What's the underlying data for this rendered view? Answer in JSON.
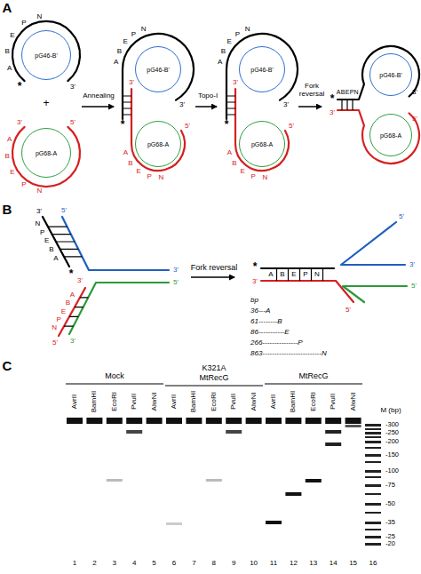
{
  "diagram": {
    "nodes": [
      {
        "text": [
          "pG46-B'"
        ]
      },
      {
        "text": [
          "pG68-A"
        ]
      },
      {
        "text": [
          "pG46-B'"
        ]
      },
      {
        "text": [
          "pG68-A"
        ]
      },
      {
        "text": [
          "pG46-B'"
        ]
      },
      {
        "text": [
          "pG68-A"
        ]
      },
      {
        "text": [
          "pG46-B'"
        ]
      },
      {
        "text": [
          "pG68-A"
        ]
      }
    ],
    "labels": [
      "A",
      "*",
      "3'",
      "A",
      "B",
      "E",
      "P",
      "N",
      "+",
      "3'",
      "5'",
      "A",
      "B",
      "E",
      "P",
      "N",
      "Annealing",
      "*",
      "3'",
      "3'",
      "5'",
      "A",
      "B",
      "E",
      "P",
      "N",
      "A",
      "B",
      "E",
      "P",
      "N",
      "Topo-I",
      "*",
      "3'",
      "3'",
      "5'",
      "A",
      "B",
      "E",
      "P",
      "N",
      "A",
      "B",
      "E",
      "P",
      "N",
      "Fork reversal",
      "*",
      "3'",
      "3'",
      "5'",
      "A",
      "B",
      "E",
      "P",
      "N",
      "B",
      "3'",
      "5'",
      "N",
      "P",
      "E",
      "B",
      "A",
      "*",
      "3'",
      "5'",
      "3'",
      "A",
      "B",
      "E",
      "P",
      "N",
      "5'",
      "3'",
      "Fork reversal",
      "*",
      "3'",
      "5'",
      "3'",
      "5'",
      "5'",
      "A",
      "B",
      "E",
      "P",
      "N",
      "bp",
      "36---A",
      "61--------B",
      "86-----------E",
      "266---------------P",
      "863-------------------------N",
      "C",
      "Mock",
      "K321A",
      "MtRecG",
      "MtRecG",
      "AvrII",
      "BamHI",
      "EcoRI",
      "PvuII",
      "AlwNI",
      "AvrII",
      "BamHI",
      "EcoRI",
      "PvuII",
      "AlwNI",
      "AvrII",
      "BamHI",
      "EcoRI",
      "PvuII",
      "AlwNI",
      "M (bp)",
      "1",
      "2",
      "3",
      "4",
      "5",
      "6",
      "7",
      "8",
      "9",
      "10",
      "11",
      "12",
      "13",
      "14",
      "15",
      "16",
      "-300",
      "-250",
      "-200",
      "-150",
      "-100",
      "-75",
      "-50",
      "-35",
      "-25",
      "-20"
    ]
  }
}
